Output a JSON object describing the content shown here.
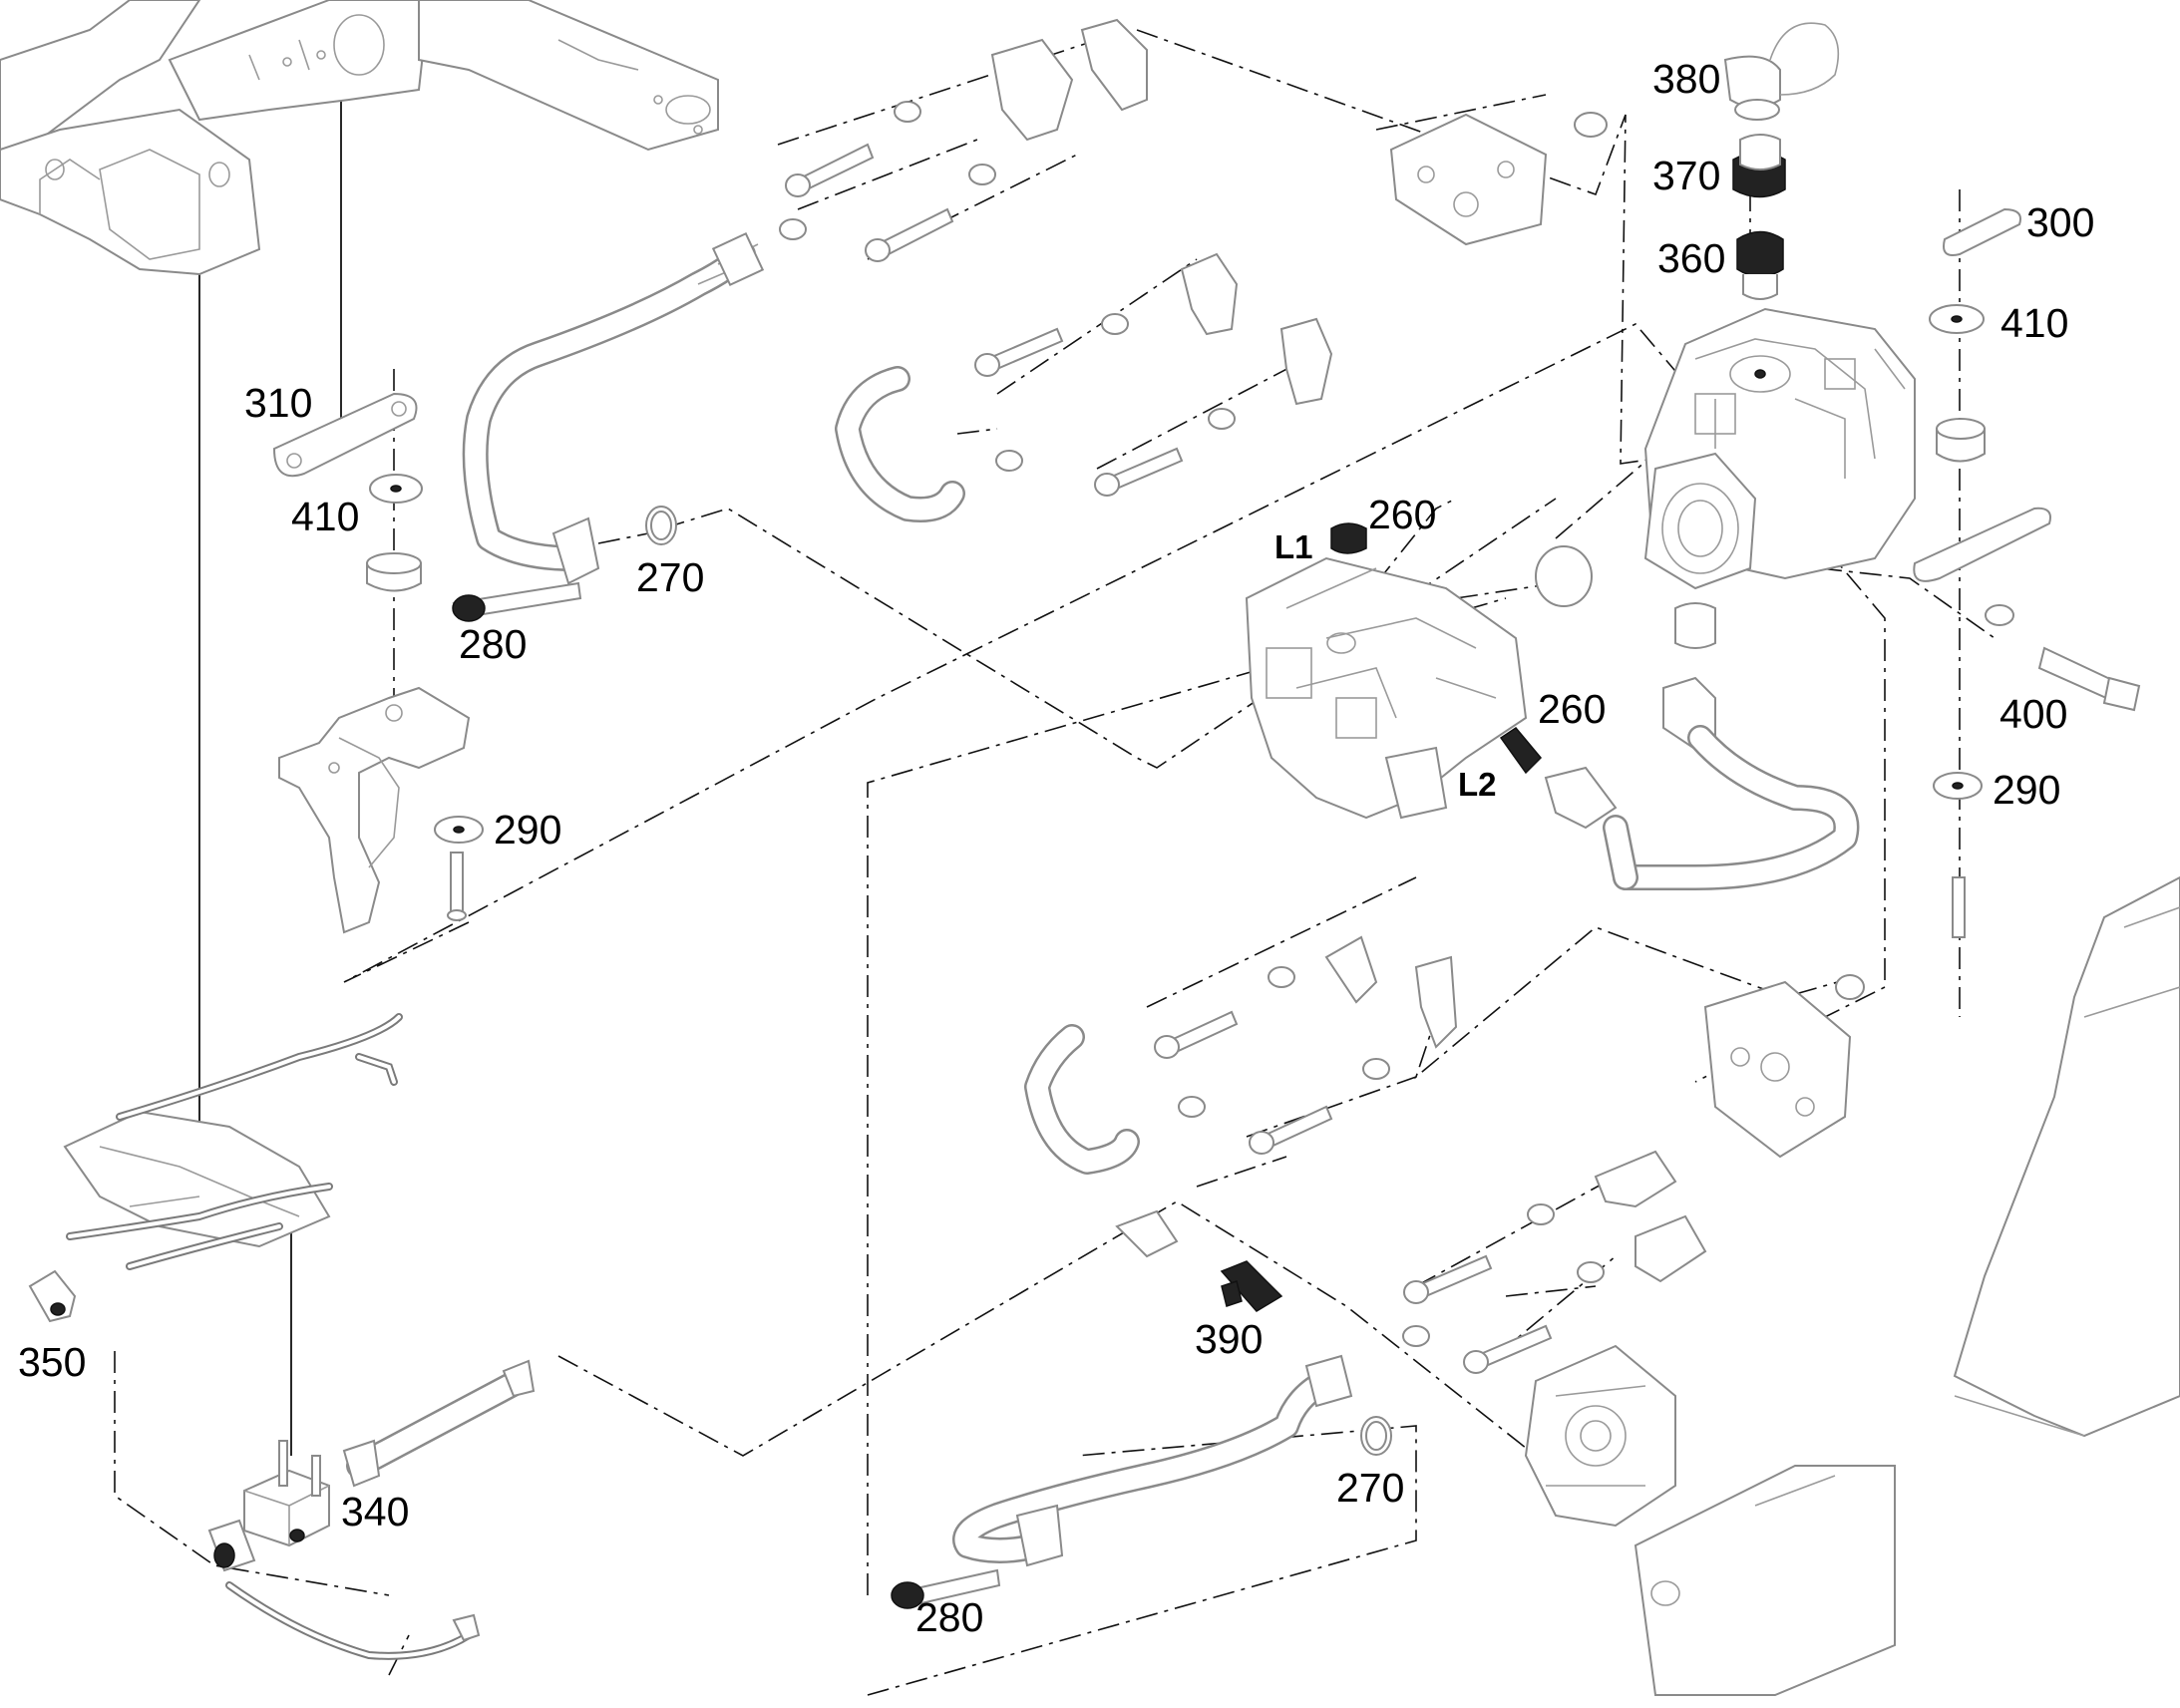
{
  "labels": {
    "p380": "380",
    "p370": "370",
    "p360": "360",
    "p300": "300",
    "p410_right": "410",
    "p310": "310",
    "p410_left": "410",
    "p270_top": "270",
    "p280_top": "280",
    "p260_top": "260",
    "port_l1": "L1",
    "p260_mid": "260",
    "port_l2": "L2",
    "p400": "400",
    "p290_right": "290",
    "p290_left": "290",
    "p350": "350",
    "p340": "340",
    "p390": "390",
    "p270_bottom": "270",
    "p280_bottom": "280"
  }
}
